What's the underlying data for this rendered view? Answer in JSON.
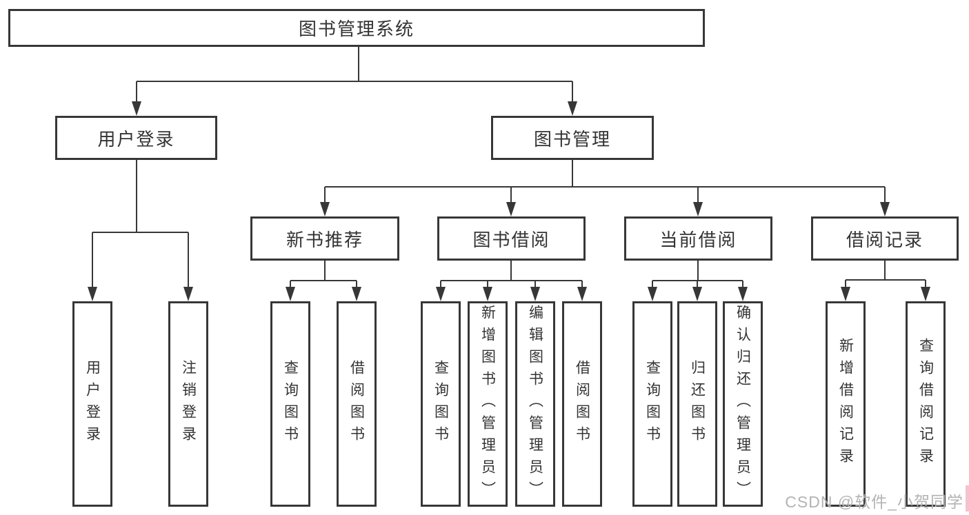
{
  "tree": {
    "root": {
      "label": "图书管理系统",
      "children": [
        {
          "label": "用户登录",
          "children": [
            {
              "label": "用户登录"
            },
            {
              "label": "注销登录"
            }
          ]
        },
        {
          "label": "图书管理",
          "children": [
            {
              "label": "新书推荐",
              "children": [
                {
                  "label": "查询图书"
                },
                {
                  "label": "借阅图书"
                }
              ]
            },
            {
              "label": "图书借阅",
              "children": [
                {
                  "label": "查询图书"
                },
                {
                  "label": "新增图书（管理员）"
                },
                {
                  "label": "编辑图书（管理员）"
                },
                {
                  "label": "借阅图书"
                }
              ]
            },
            {
              "label": "当前借阅",
              "children": [
                {
                  "label": "查询图书"
                },
                {
                  "label": "归还图书"
                },
                {
                  "label": "确认归还（管理员）"
                }
              ]
            },
            {
              "label": "借阅记录",
              "children": [
                {
                  "label": "新增借阅记录"
                },
                {
                  "label": "查询借阅记录"
                }
              ]
            }
          ]
        }
      ]
    }
  },
  "watermark": {
    "text": "CSDN @软件_小贺同学"
  },
  "colors": {
    "line": "#373737",
    "box_border": "#373737",
    "text": "#333333",
    "background": "#ffffff",
    "watermark": "#b3b3b3",
    "edge_accent": "#f4c3d0"
  }
}
